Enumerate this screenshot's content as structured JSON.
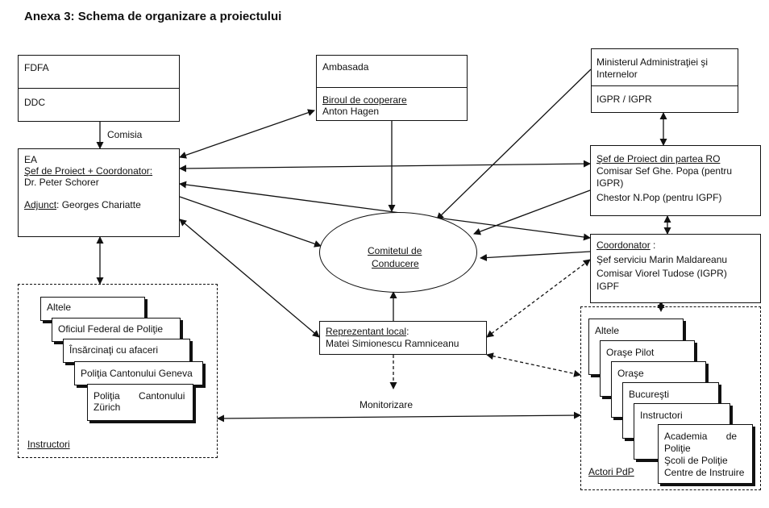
{
  "title": "Anexa 3: Schema de organizare a proiectului",
  "fdfa": {
    "top": "FDFA",
    "bottom": "DDC"
  },
  "comisia": "Comisia",
  "ea": {
    "line1": "EA",
    "line2": "Şef de Proiect + Coordonator:",
    "line3": "Dr. Peter Schorer",
    "line4_label": "Adjunct",
    "line4_rest": ": Georges Chariatte"
  },
  "ambasada": {
    "top": "Ambasada",
    "birou": "Biroul de cooperare",
    "person": "Anton Hagen"
  },
  "minister": {
    "line1": "Ministerul Administraţiei şi",
    "line2": "Internelor",
    "igpr": "IGPR / IGPR"
  },
  "sef_ro": {
    "line1": "Şef de Proiect din partea RO",
    "line2": "Comisar Sef Ghe. Popa (pentru",
    "line3": "IGPR)",
    "line4": "Chestor N.Pop (pentru IGPF)"
  },
  "comitet": {
    "line1": "Comitetul de",
    "line2": "Conducere"
  },
  "coordonator": {
    "line1": "Coordonator",
    "line1_rest": " :",
    "line2": "Şef serviciu Marin Maldareanu",
    "line3": "Comisar Viorel Tudose (IGPR)",
    "line4": "IGPF"
  },
  "reprezentant": {
    "line1": "Reprezentant local",
    "line1_rest": ":",
    "line2": "Matei Simionescu Ramniceanu"
  },
  "monitorizare": "Monitorizare",
  "instructori": {
    "label": "Instructori",
    "cards": [
      "Altele",
      "Oficiul Federal de Poliţie",
      "Însărcinaţi cu afaceri",
      "Poliţia Cantonului Geneva",
      "Poliţia       Cantonului",
      "Zürich"
    ]
  },
  "actori": {
    "label": "Actori PdP",
    "cards": [
      "Altele",
      "Oraşe Pilot",
      "Oraşe",
      "Bucureşti",
      "Instructori"
    ],
    "academia": {
      "line1": "Academia       de",
      "line2": "Poliţie",
      "line3": "Şcoli de Poliţie",
      "line4": "Centre de Instruire"
    }
  }
}
